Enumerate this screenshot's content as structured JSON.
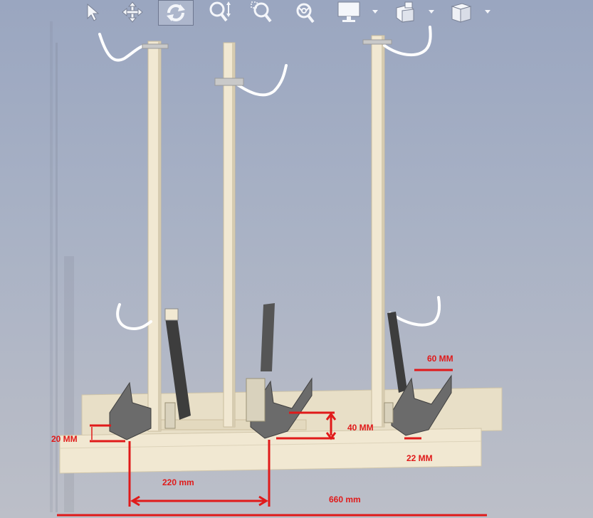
{
  "toolbar": {
    "tools": [
      {
        "name": "select-tool",
        "icon": "cursor-arrow-icon",
        "active": false
      },
      {
        "name": "pan-tool",
        "icon": "move-arrows-icon",
        "active": false
      },
      {
        "name": "rotate-tool",
        "icon": "rotate-icon",
        "active": true
      },
      {
        "name": "zoom-tool",
        "icon": "zoom-updown-icon",
        "active": false
      },
      {
        "name": "zoom-window-tool",
        "icon": "zoom-window-icon",
        "active": false
      },
      {
        "name": "zoom-fit-tool",
        "icon": "zoom-fit-icon",
        "active": false
      },
      {
        "name": "display-style-tool",
        "icon": "monitor-icon",
        "active": false
      },
      {
        "name": "section-view-tool",
        "icon": "section-cube-icon",
        "active": false
      },
      {
        "name": "view-orientation-tool",
        "icon": "iso-cube-icon",
        "active": false
      }
    ],
    "icon_color": "#f4f6fa"
  },
  "model": {
    "frame_color": "#f1e8d2",
    "bracket_color": "#6b6b6b",
    "hook_color": "#ffffff",
    "dimension_color": "#e01a1a"
  },
  "dimensions": {
    "d60": "60 MM",
    "d20": "20 MM",
    "d40": "40 MM",
    "d22": "22 MM",
    "d220": "220 mm",
    "d660": "660 mm"
  }
}
